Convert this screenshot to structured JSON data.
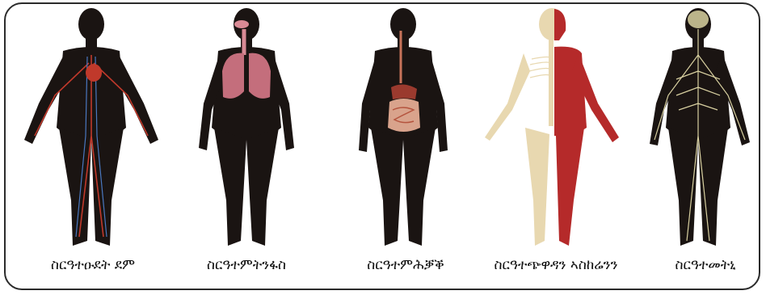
{
  "colors": {
    "skin": "#1a1412",
    "frame": "#2b2b2b",
    "circulatory": "#c0392b",
    "respiratory": "#d98a95",
    "digestive": "#c8735a",
    "skeleton": "#e8d8b0",
    "muscle": "#b52a2a",
    "nerves": "#d8d0a0"
  },
  "systems": [
    {
      "label": "ስርዓተዑደት ደም",
      "icon": "circulatory-system-icon"
    },
    {
      "label": "ስርዓተምትንፋስ",
      "icon": "respiratory-system-icon"
    },
    {
      "label": "ስርዓተምሕቓቕ",
      "icon": "digestive-system-icon"
    },
    {
      "label": "ስርዓተጭዋዳን ኣስከሬንን",
      "icon": "musculoskeletal-system-icon"
    },
    {
      "label": "ስርዓተመትኒ",
      "icon": "nervous-system-icon"
    }
  ]
}
